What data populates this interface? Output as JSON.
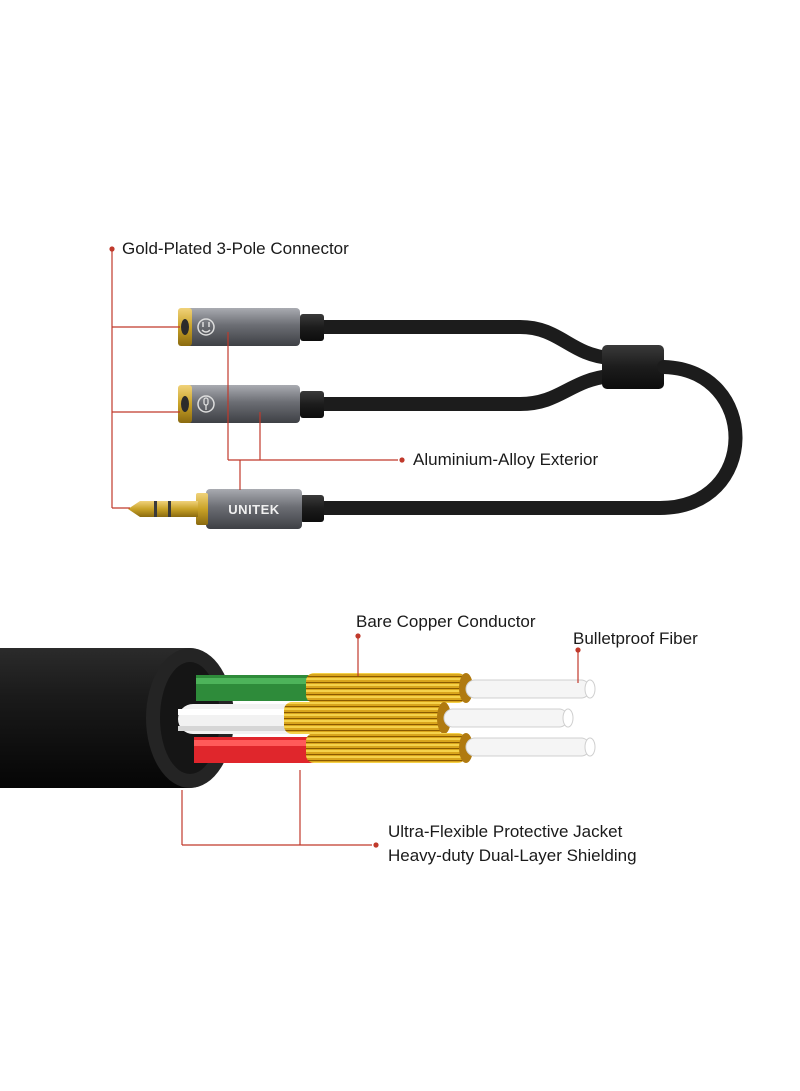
{
  "labels": {
    "gold_plated": "Gold-Plated 3-Pole Connector",
    "aluminium": "Aluminium-Alloy Exterior",
    "bare_copper": "Bare Copper Conductor",
    "bulletproof": "Bulletproof Fiber",
    "jacket": "Ultra-Flexible Protective Jacket",
    "shielding": "Heavy-duty Dual-Layer Shielding"
  },
  "brand": "UNITEK",
  "colors": {
    "leader_line": "#c0392b",
    "cable_black": "#1c1c1c",
    "aluminium_gray": "#7d7f85",
    "gold": "#c9a227",
    "copper": "#d4a017",
    "wire_green": "#2e8b3a",
    "wire_red": "#e0262c",
    "wire_white": "#f2f2f2"
  }
}
